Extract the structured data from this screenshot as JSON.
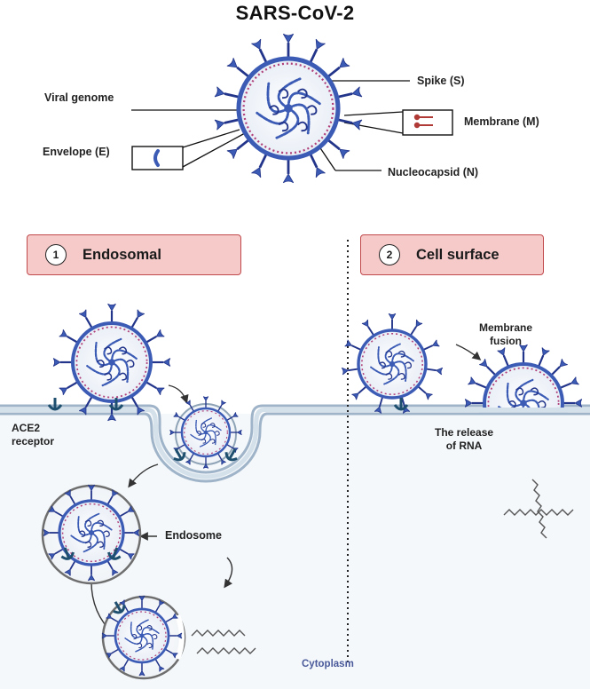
{
  "title": "SARS-CoV-2",
  "structure_labels": {
    "spike": "Spike (S)",
    "viral_genome": "Viral genome",
    "membrane": "Membrane (M)",
    "envelope": "Envelope (E)",
    "nucleocapsid": "Nucleocapsid (N)"
  },
  "pathways": [
    {
      "number": "1",
      "label": "Endosomal"
    },
    {
      "number": "2",
      "label": "Cell surface"
    }
  ],
  "process_labels": {
    "ace2": "ACE2\nreceptor",
    "membrane_fusion": "Membrane\nfusion",
    "release_rna": "The release\nof RNA",
    "endosome": "Endosome",
    "cytoplasm": "Cytoplasm"
  },
  "colors": {
    "spike": "#3b5bb5",
    "spike_dark": "#23358a",
    "envelope_dots": "#b0407a",
    "membrane_protein": "#b03a35",
    "pathway_fill": "#f7caca",
    "pathway_border": "#c0494c",
    "cell_membrane": "#9fb4c8",
    "cytoplasm_fill": "#f4f8fb"
  }
}
